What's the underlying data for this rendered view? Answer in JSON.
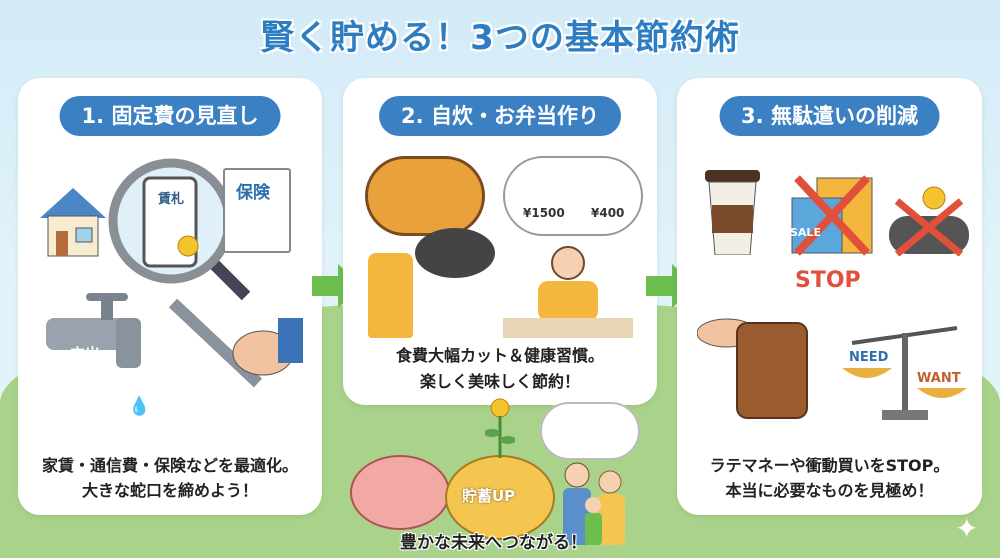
{
  "title": "賢く貯める！3つの基本節約術",
  "cards": [
    {
      "heading": "1. 固定費の見直し",
      "labels": {
        "receipt": "賃札",
        "insurance": "保険",
        "faucet": "支出"
      },
      "lines": [
        "家賃・通信費・保険などを最適化。",
        "大きな蛇口を締めよう！"
      ]
    },
    {
      "heading": "2. 自炊・お弁当作り",
      "labels": {
        "price_before": "¥1500",
        "price_after": "¥400"
      },
      "lines": [
        "食費大幅カット＆健康習慣。",
        "楽しく美味しく節約！"
      ]
    },
    {
      "heading": "3. 無駄遣いの削減",
      "labels": {
        "sale": "SALE",
        "stop": "STOP",
        "need": "NEED",
        "want": "WANT"
      },
      "lines": [
        "ラテマネーや衝動買いをSTOP。",
        "本当に必要なものを見極め！"
      ]
    }
  ],
  "bottom": {
    "piggy_label": "貯蓄UP",
    "caption": "豊かな未来へつながる！"
  },
  "colors": {
    "heading": "#3b80c2",
    "arrow": "#6cbf4e",
    "stop": "#e0503a",
    "title": "#2d7dc2"
  }
}
